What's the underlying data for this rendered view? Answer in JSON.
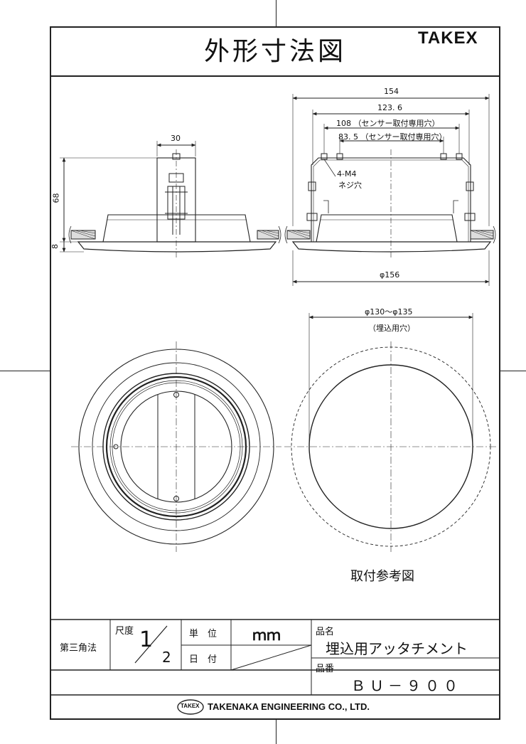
{
  "header": {
    "title": "外形寸法図",
    "brand": "TAKEX"
  },
  "dimensions": {
    "width_30": "30",
    "height_68": "68",
    "height_8": "8",
    "outer_154": "154",
    "d_123_6": "123. 6",
    "d_108": "108 （センサー取付専用穴）",
    "d_83_5": "83. 5 （センサー取付専用穴）",
    "screw_spec": "4-M4",
    "screw_hole": "ネジ穴",
    "diameter_156": "φ156",
    "cutout_diameter": "φ130～φ135",
    "cutout_note": "（埋込用穴）"
  },
  "mounting_label": "取付参考図",
  "title_block": {
    "projection": "第三角法",
    "scale_label": "尺度",
    "scale_num": "1",
    "scale_den": "2",
    "unit_label": "単　位",
    "unit_value": "ｍｍ",
    "date_label": "日　付",
    "product_name_label": "品名",
    "product_name": "埋込用アッタチメント",
    "product_no_label": "品番",
    "product_no": "ＢＵ－９００",
    "logo_text": "TAKEX",
    "company": "TAKENAKA ENGINEERING CO., LTD."
  }
}
